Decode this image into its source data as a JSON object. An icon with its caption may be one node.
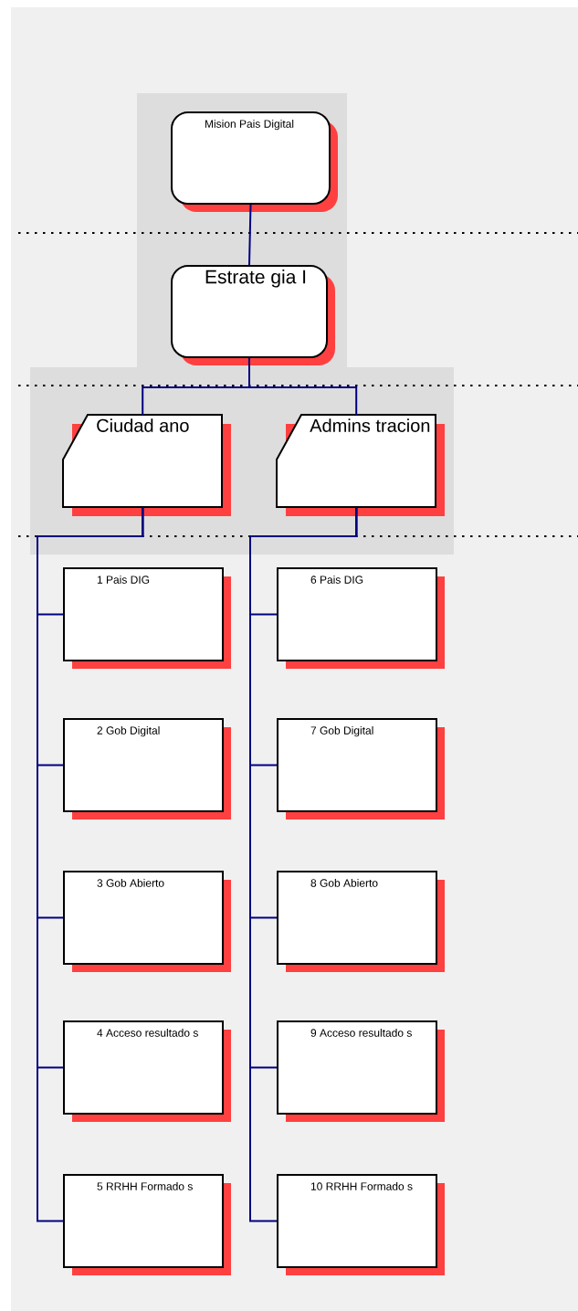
{
  "diagram": {
    "nodes": [
      {
        "text": [
          "Mision Pais Digital"
        ]
      },
      {
        "text": [
          "Estrate gia I"
        ]
      },
      {
        "text": [
          "Ciudad ano"
        ]
      },
      {
        "text": [
          "Admins tracion"
        ]
      },
      {
        "text": [
          "1 Pais DIG"
        ]
      },
      {
        "text": [
          "2 Gob Digital"
        ]
      },
      {
        "text": [
          "3 Gob Abierto"
        ]
      },
      {
        "text": [
          "4 Acceso resultado s"
        ]
      },
      {
        "text": [
          "5 RRHH Formado s"
        ]
      },
      {
        "text": [
          "6 Pais DIG"
        ]
      },
      {
        "text": [
          "7 Gob Digital"
        ]
      },
      {
        "text": [
          "8 Gob Abierto"
        ]
      },
      {
        "text": [
          "9 Acceso resultado s"
        ]
      },
      {
        "text": [
          "10 RRHH Formado s"
        ]
      }
    ],
    "edges": [
      {
        "from": 0,
        "to": 1,
        "arrow": "none"
      },
      {
        "from": 1,
        "to": 2,
        "arrow": "none"
      },
      {
        "from": 1,
        "to": 3,
        "arrow": "none"
      },
      {
        "from": 2,
        "to": 4,
        "arrow": "none"
      },
      {
        "from": 2,
        "to": 5,
        "arrow": "none"
      },
      {
        "from": 2,
        "to": 6,
        "arrow": "none"
      },
      {
        "from": 2,
        "to": 7,
        "arrow": "none"
      },
      {
        "from": 2,
        "to": 8,
        "arrow": "none"
      },
      {
        "from": 3,
        "to": 9,
        "arrow": "none"
      },
      {
        "from": 3,
        "to": 10,
        "arrow": "none"
      },
      {
        "from": 3,
        "to": 11,
        "arrow": "none"
      },
      {
        "from": 3,
        "to": 12,
        "arrow": "none"
      },
      {
        "from": 3,
        "to": 13,
        "arrow": "none"
      }
    ]
  }
}
